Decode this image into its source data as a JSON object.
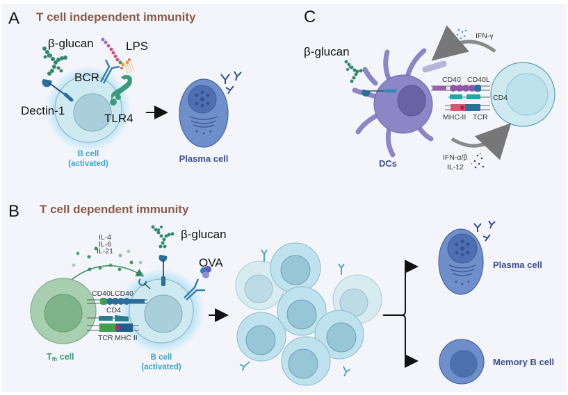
{
  "figure": {
    "panels": [
      {
        "letter": "A",
        "title": "T cell independent immunity",
        "labels": {
          "beta_glucan": "β-glucan",
          "lps": "LPS",
          "bcr": "BCR",
          "dectin1": "Dectin-1",
          "tlr4": "TLR4",
          "b_cell_line1": "B cell",
          "b_cell_line2": "(activated)",
          "plasma_cell": "Plasma cell"
        }
      },
      {
        "letter": "B",
        "title": "T cell dependent immunity",
        "labels": {
          "beta_glucan": "β-glucan",
          "ova": "OVA",
          "cytokines": [
            "IL-4",
            "IL-6",
            "IL-21"
          ],
          "cd40l": "CD40L",
          "cd40": "CD40",
          "cd4": "CD4",
          "tcr": "TCR",
          "mhc2": "MHC II",
          "tfh_T": "T",
          "tfh_sub": "fh",
          "tfh_cell": " cell",
          "b_cell_line1": "B cell",
          "b_cell_line2": "(activated)",
          "plasma_cell": "Plasma cell",
          "memory_b_cell": "Memory B cell"
        }
      },
      {
        "letter": "C",
        "title": "",
        "labels": {
          "beta_glucan": "β-glucan",
          "ifn_gamma": "IFN-γ",
          "cd40": "CD40",
          "cd40l": "CD40L",
          "cd4": "CD4",
          "mhc2": "MHC-II",
          "tcr": "TCR",
          "ifn_ab": "IFN-α/β",
          "il12": "IL-12",
          "dcs": "DCs"
        }
      }
    ],
    "colors": {
      "background": "#f4f5fa",
      "title_brown": "#8a5a48",
      "b_cell_fill": "#cfe9f1",
      "b_cell_nucleus": "#a9d3e0",
      "plasma_fill": "#6f8fcb",
      "plasma_nucleus": "#4f6fb3",
      "dc_fill": "#8c86c6",
      "dc_nucleus": "#6a62a5",
      "tfh_fill": "#a8cfb0",
      "tfh_nucleus": "#7fb48b",
      "glucan_green": "#2e8a6c",
      "receptor_blue": "#2a6f9b"
    }
  }
}
